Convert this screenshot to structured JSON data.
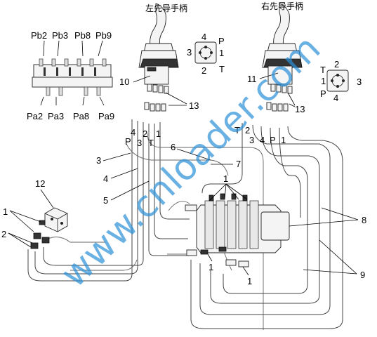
{
  "titles": {
    "left_joystick": "左先导手柄",
    "right_joystick": "右先导手柄"
  },
  "valve_ports": {
    "top": [
      "Pb2",
      "Pb3",
      "Pb8",
      "Pb9"
    ],
    "bottom": [
      "Pa2",
      "Pa3",
      "Pa8",
      "Pa9"
    ]
  },
  "left_port_plate": {
    "top": "4",
    "left": "3",
    "p": "P",
    "one": "1",
    "two": "2",
    "t": "T"
  },
  "right_port_plate": {
    "t": "T",
    "two": "2",
    "one": "1",
    "three": "3",
    "p": "P",
    "four": "4"
  },
  "left_hose_ports": [
    "P",
    "4",
    "3",
    "2",
    "T",
    "1"
  ],
  "right_hose_ports": [
    "T",
    "2",
    "3",
    "4",
    "P",
    "1"
  ],
  "callouts": {
    "c1_top": "1",
    "c1_left": "1",
    "c1_bl": "1",
    "c1_br": "1",
    "c2": "2",
    "c3": "3",
    "c4": "4",
    "c5": "5",
    "c6": "6",
    "c7": "7",
    "c8": "8",
    "c9": "9",
    "c10": "10",
    "c11": "11",
    "c12": "12",
    "c13_left": "13",
    "c13_right": "13"
  },
  "watermark": "www.cnloader.com",
  "colors": {
    "watermark": "#2a8fd8",
    "lines": "#444444"
  }
}
